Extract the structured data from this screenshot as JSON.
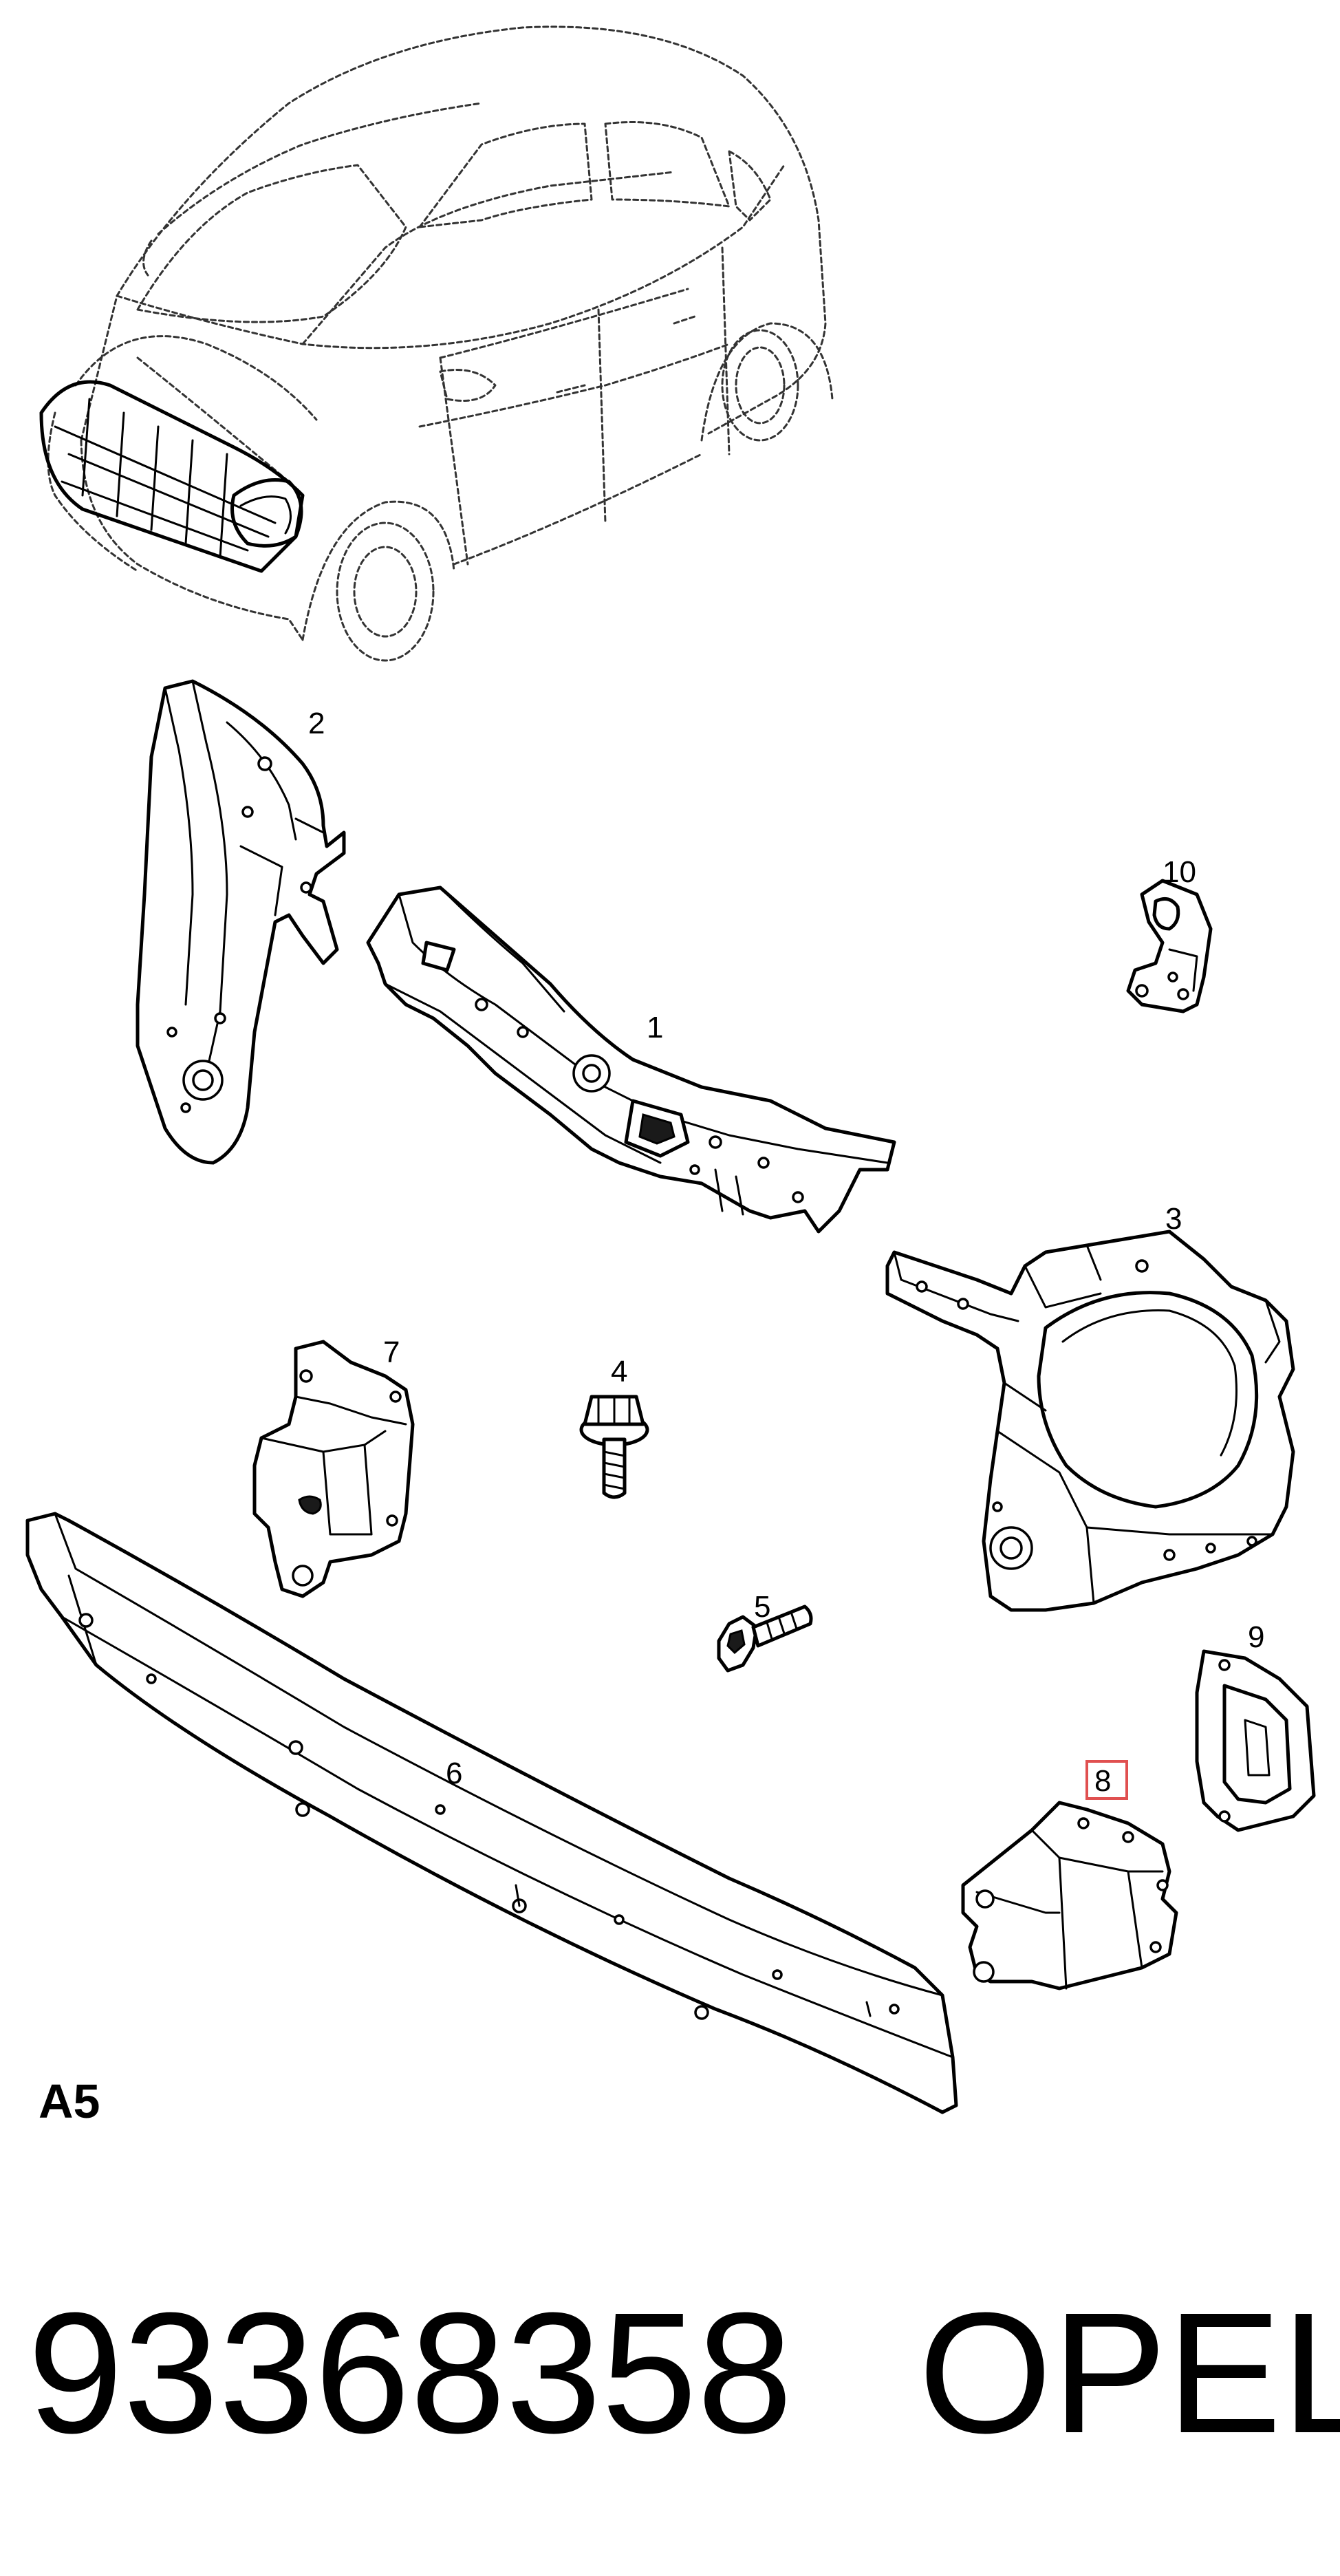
{
  "section_label": "A5",
  "part_numbers": {
    "p1": "1",
    "p2": "2",
    "p3": "3",
    "p4": "4",
    "p5": "5",
    "p6": "6",
    "p7": "7",
    "p8": "8",
    "p9": "9",
    "p10": "10"
  },
  "highlighted_part": "8",
  "highlight_color": "#e05050",
  "footer": {
    "part_number": "93368358",
    "brand": "OPEL"
  }
}
